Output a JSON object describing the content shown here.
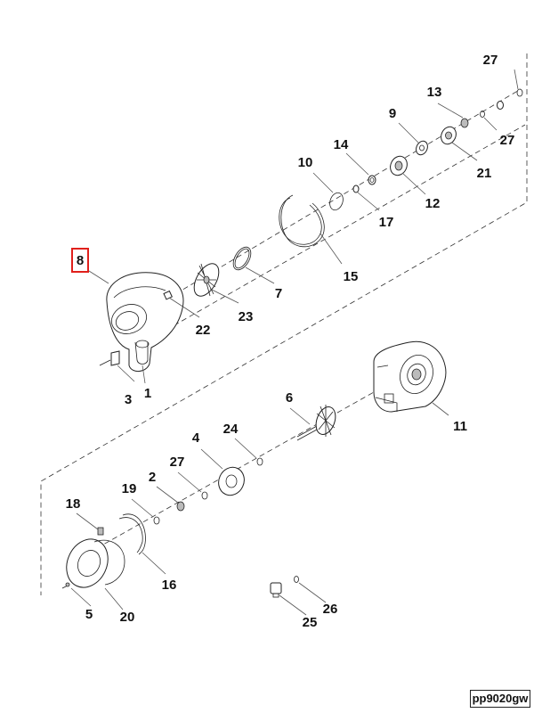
{
  "diagram": {
    "selected_part": "8",
    "figure_id": "pp9020gw",
    "labels": {
      "p1": "1",
      "p2": "2",
      "p3": "3",
      "p4": "4",
      "p5": "5",
      "p6": "6",
      "p7": "7",
      "p8": "8",
      "p9": "9",
      "p10": "10",
      "p11": "11",
      "p12": "12",
      "p13": "13",
      "p14": "14",
      "p15": "15",
      "p16": "16",
      "p17": "17",
      "p18": "18",
      "p19": "19",
      "p20": "20",
      "p21": "21",
      "p22": "22",
      "p23": "23",
      "p24": "24",
      "p25": "25",
      "p26": "26",
      "p27a": "27",
      "p27b": "27",
      "p27c": "27"
    }
  }
}
